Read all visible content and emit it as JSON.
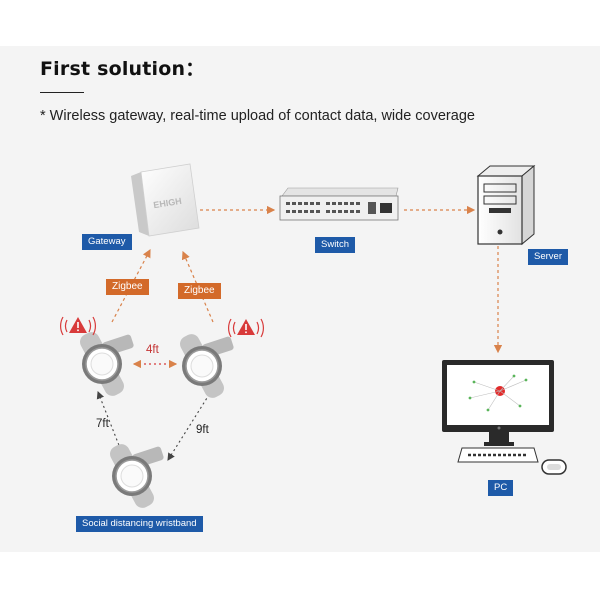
{
  "header": {
    "title": "First solution",
    "title_suffix": "：",
    "subtitle": "* Wireless gateway, real-time upload of contact data, wide coverage"
  },
  "diagram": {
    "gateway": {
      "label": "Gateway",
      "brand": "EHIGH"
    },
    "switch": {
      "label": "Switch"
    },
    "server": {
      "label": "Server"
    },
    "pc": {
      "label": "PC"
    },
    "wristbands": {
      "label": "Social distancing wristband"
    },
    "links": {
      "zigbee_left": "Zigbee",
      "zigbee_right": "Zigbee",
      "distance_top": "4ft",
      "distance_left": "7ft",
      "distance_right": "9ft"
    }
  },
  "colors": {
    "label_blue": "#1e5aa8",
    "zigbee_orange": "#d36a2a",
    "arrow_orange": "#d9824a",
    "alert_red": "#d83a3a",
    "panel_gray": "#f4f4f4"
  },
  "icons": [
    "gateway-device-icon",
    "switch-device-icon",
    "server-tower-icon",
    "pc-monitor-icon",
    "keyboard-icon",
    "mouse-icon",
    "wristband-icon",
    "alert-triangle-icon"
  ]
}
